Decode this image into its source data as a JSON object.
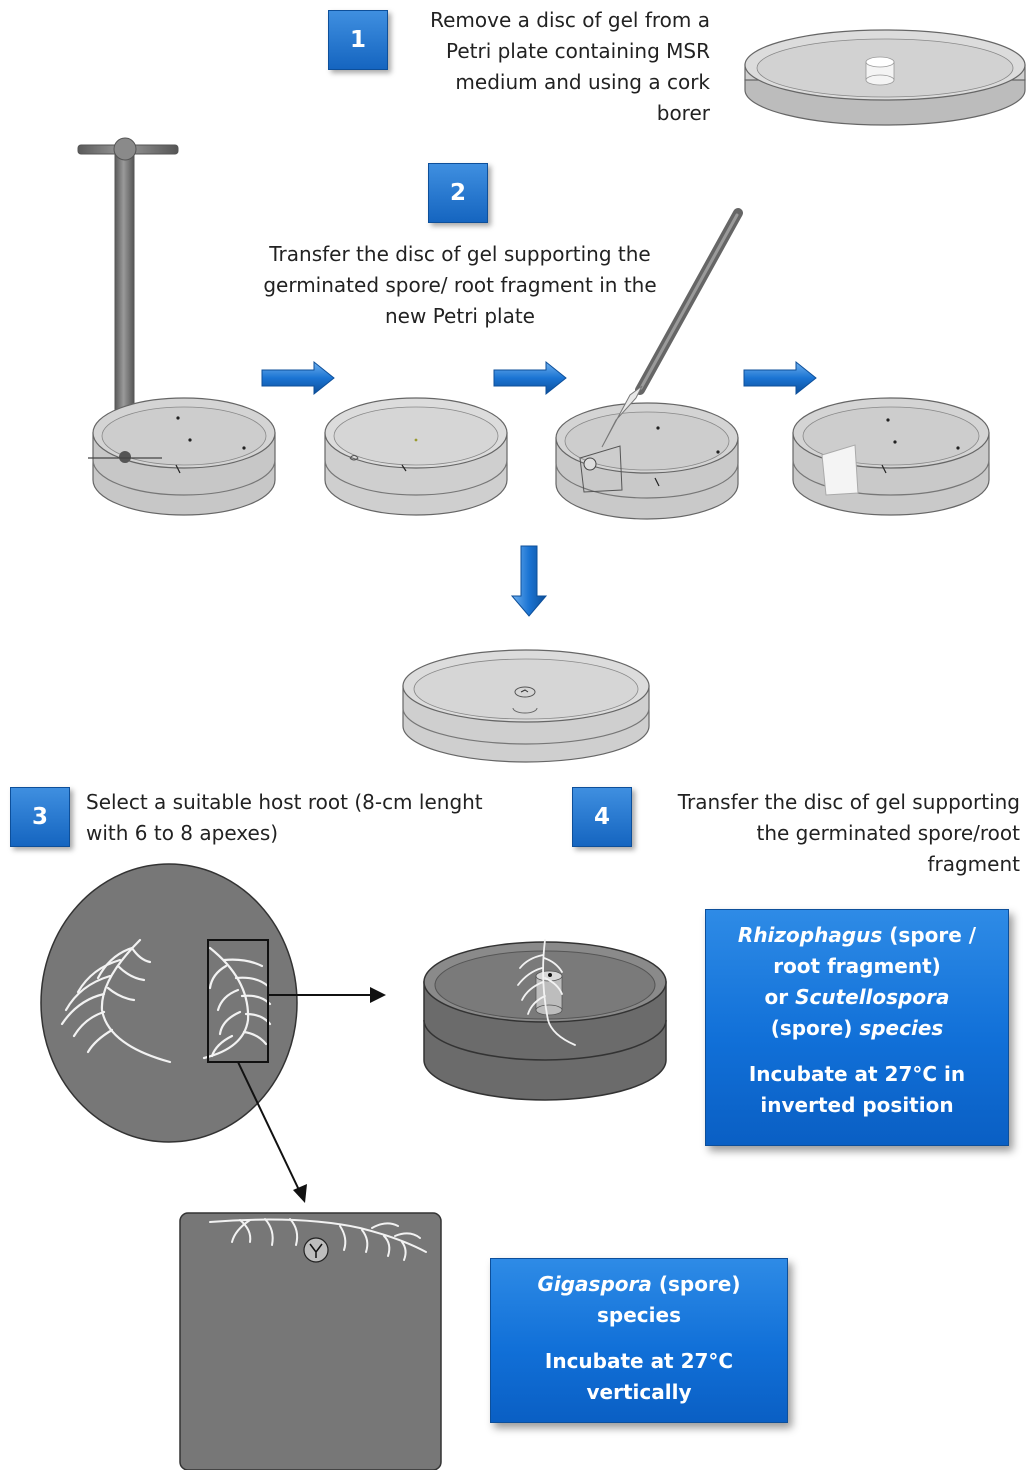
{
  "steps": [
    {
      "number": "1",
      "lines": [
        "Remove a disc of gel from a",
        "Petri plate containing MSR",
        "medium and using a cork",
        "borer"
      ]
    },
    {
      "number": "2",
      "lines": [
        "Transfer the disc of gel supporting the",
        "germinated spore/ root fragment in the",
        "new  Petri plate"
      ]
    },
    {
      "number": "3",
      "lines": [
        "Select a suitable host root (8-cm lenght",
        "with 6 to 8 apexes)"
      ]
    },
    {
      "number": "4",
      "lines": [
        "Transfer the disc of gel supporting",
        "the germinated spore/root",
        "fragment"
      ]
    }
  ],
  "boxes": {
    "rhizophagus": {
      "genus1": "Rhizophagus",
      "genus1_rest": " (spore /",
      "line2": "root fragment)",
      "line3_prefix": "or ",
      "genus2": "Scutellospora",
      "line4_prefix": "(spore)",
      "line4_suffix": " species",
      "incubate1": "Incubate at 27°C in",
      "incubate2": "inverted position"
    },
    "gigaspora": {
      "genus": "Gigaspora",
      "genus_rest": " (spore)",
      "line2": "species",
      "incubate1": "Incubate at 27°C",
      "incubate2": "vertically"
    }
  },
  "icons": [
    "cork-borer-icon",
    "scalpel-icon",
    "petri-dish-icon",
    "arrow-right-icon",
    "arrow-down-icon",
    "host-root-icon",
    "spore-icon"
  ],
  "colors": {
    "badge": "#1a73d1",
    "box": "#1170d8",
    "dish_dark": "#6e6e6e",
    "dish_light": "#d4d4d4"
  }
}
